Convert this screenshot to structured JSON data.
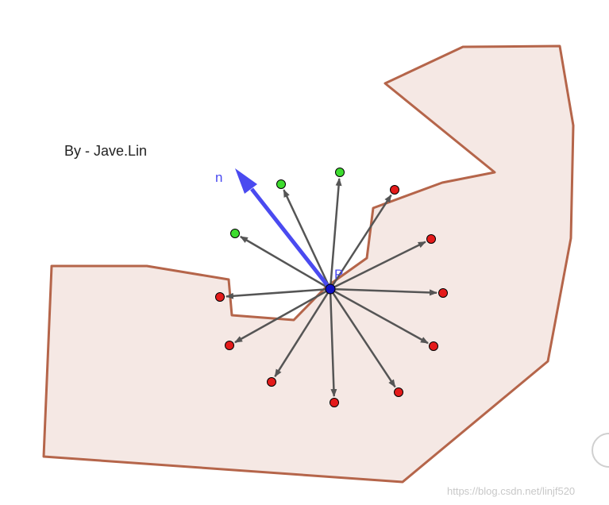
{
  "author_text": "By - Jave.Lin",
  "watermark_text": "https://blog.csdn.net/linjf520",
  "labels": {
    "point": "P",
    "normal": "n"
  },
  "colors": {
    "region_fill": "#f5e8e4",
    "region_stroke": "#b5654a",
    "arrow": "#555555",
    "normal": "#4a4af0",
    "point": "#1010c8",
    "sample_inside": "#e41a1a",
    "sample_outside": "#3ddc2e",
    "label": "#4a4af0"
  },
  "samples": [
    {
      "id": 1,
      "status": "outside"
    },
    {
      "id": 2,
      "status": "outside"
    },
    {
      "id": 3,
      "status": "outside"
    },
    {
      "id": 4,
      "status": "inside"
    },
    {
      "id": 5,
      "status": "inside"
    },
    {
      "id": 6,
      "status": "inside"
    },
    {
      "id": 7,
      "status": "inside"
    },
    {
      "id": 8,
      "status": "inside"
    },
    {
      "id": 9,
      "status": "inside"
    },
    {
      "id": 10,
      "status": "inside"
    },
    {
      "id": 11,
      "status": "inside"
    },
    {
      "id": 12,
      "status": "inside"
    },
    {
      "id": 13,
      "status": "inside"
    }
  ]
}
